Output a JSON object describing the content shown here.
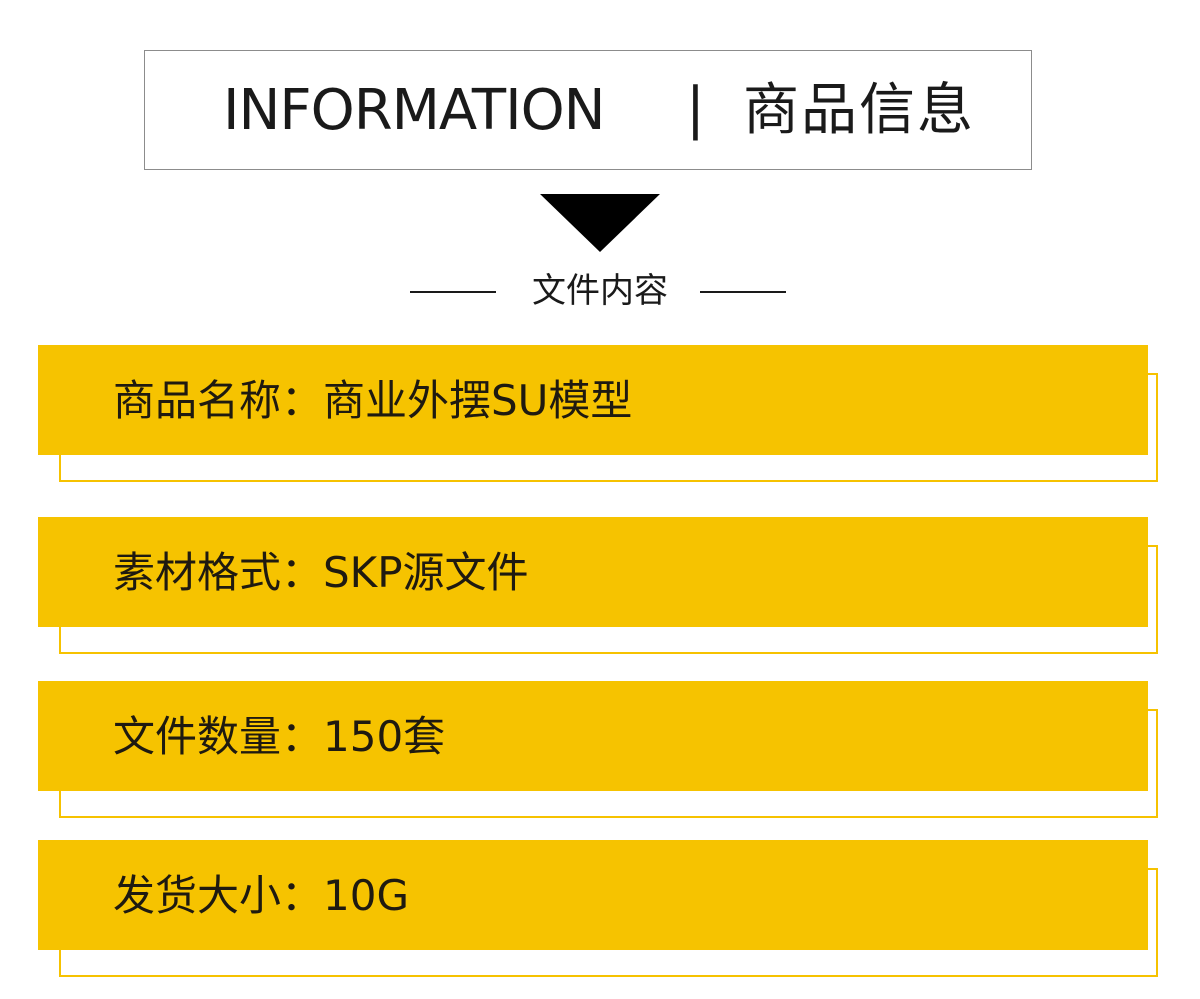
{
  "header": {
    "title_en": "INFORMATION",
    "separator": "|",
    "title_cn": "商品信息"
  },
  "section": {
    "title": "文件内容"
  },
  "colors": {
    "accent": "#f6c300",
    "text": "#1a1a1a",
    "border": "#8c8c8c",
    "arrow": "#000000"
  },
  "items": [
    {
      "text": "商品名称：商业外摆SU模型"
    },
    {
      "text": "素材格式：SKP源文件"
    },
    {
      "text": "文件数量：150套"
    },
    {
      "text": "发货大小：10G"
    }
  ]
}
